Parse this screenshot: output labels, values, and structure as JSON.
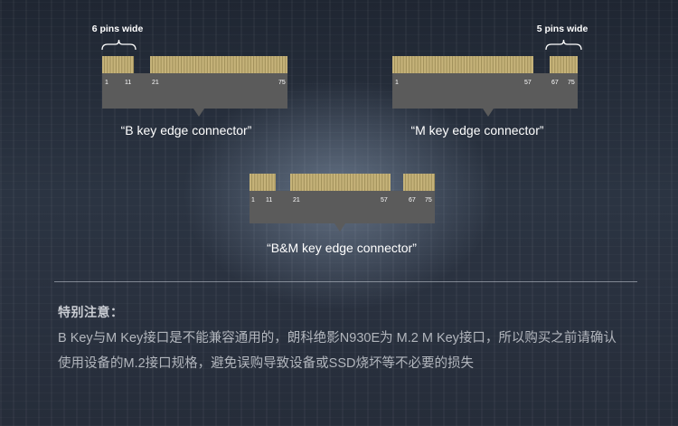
{
  "diagram": {
    "top_left": {
      "callout": "6 pins wide",
      "pin_labels": [
        "1",
        "11",
        "21",
        "75"
      ],
      "caption": "“B key edge connector”"
    },
    "top_right": {
      "callout": "5 pins wide",
      "pin_labels": [
        "1",
        "57",
        "67",
        "75"
      ],
      "caption": "“M key edge connector”"
    },
    "bottom": {
      "pin_labels": [
        "1",
        "11",
        "21",
        "57",
        "67",
        "75"
      ],
      "caption": "“B&M key edge connector”"
    }
  },
  "note": {
    "title": "特别注意：",
    "lines": [
      "B Key与M Key接口是不能兼容通用的，朗科绝影N930E为 M.2 M Key接口，所以购买之前请确认",
      "使用设备的M.2接口规格，避免误购导致设备或SSD烧坏等不必要的损失"
    ]
  },
  "colors": {
    "board": "#5b5b5b",
    "contact": "#c6b37a",
    "contact_dark": "#9a8a55",
    "label": "#ffffff"
  }
}
